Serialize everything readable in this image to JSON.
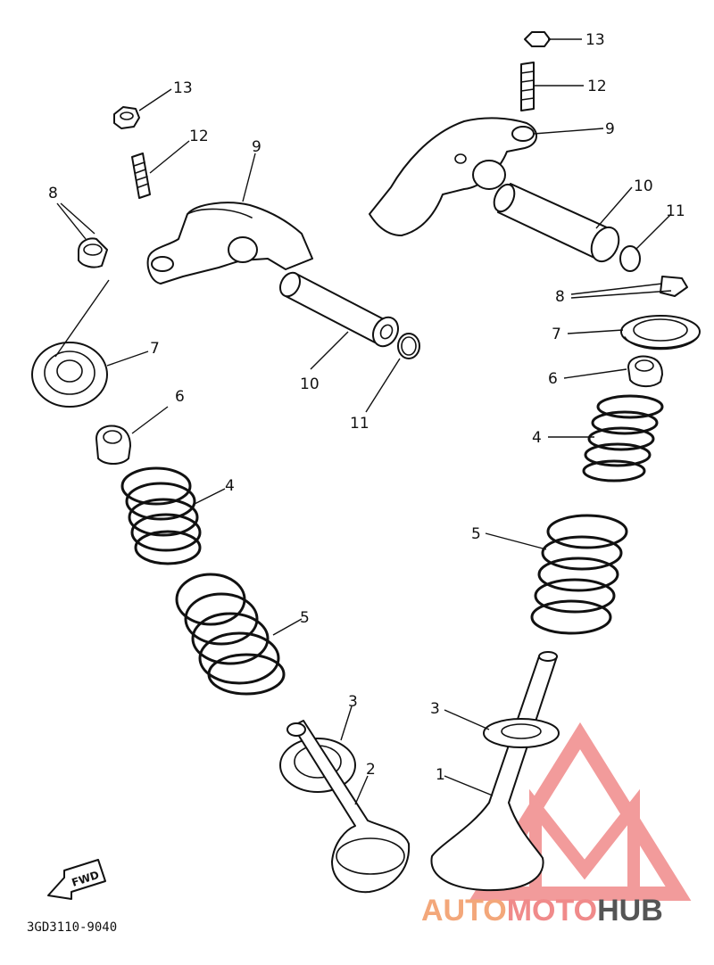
{
  "diagram": {
    "part_labels": [
      {
        "id": "label-13-left",
        "text": "13"
      },
      {
        "id": "label-12-left",
        "text": "12"
      },
      {
        "id": "label-9-left",
        "text": "9"
      },
      {
        "id": "label-8-left",
        "text": "8"
      },
      {
        "id": "label-7-left",
        "text": "7"
      },
      {
        "id": "label-10-left",
        "text": "10"
      },
      {
        "id": "label-11-left",
        "text": "11"
      },
      {
        "id": "label-6-left",
        "text": "6"
      },
      {
        "id": "label-4-left",
        "text": "4"
      },
      {
        "id": "label-5-left",
        "text": "5"
      },
      {
        "id": "label-3-left",
        "text": "3"
      },
      {
        "id": "label-2-left",
        "text": "2"
      },
      {
        "id": "label-13-right",
        "text": "13"
      },
      {
        "id": "label-12-right",
        "text": "12"
      },
      {
        "id": "label-9-right",
        "text": "9"
      },
      {
        "id": "label-10-right",
        "text": "10"
      },
      {
        "id": "label-11-right",
        "text": "11"
      },
      {
        "id": "label-8-right",
        "text": "8"
      },
      {
        "id": "label-7-right",
        "text": "7"
      },
      {
        "id": "label-6-right",
        "text": "6"
      },
      {
        "id": "label-4-right",
        "text": "4"
      },
      {
        "id": "label-5-right",
        "text": "5"
      },
      {
        "id": "label-3-right",
        "text": "3"
      },
      {
        "id": "label-1-right",
        "text": "1"
      }
    ],
    "fwd_label": "FWD",
    "drawing_code": "3GD3110-9040"
  },
  "watermark": {
    "auto": "AUTO",
    "moto": "MOTO",
    "hub": "HUB",
    "color_primary": "#f08a8a",
    "color_secondary": "#f3a77a",
    "color_hub": "#555555"
  }
}
